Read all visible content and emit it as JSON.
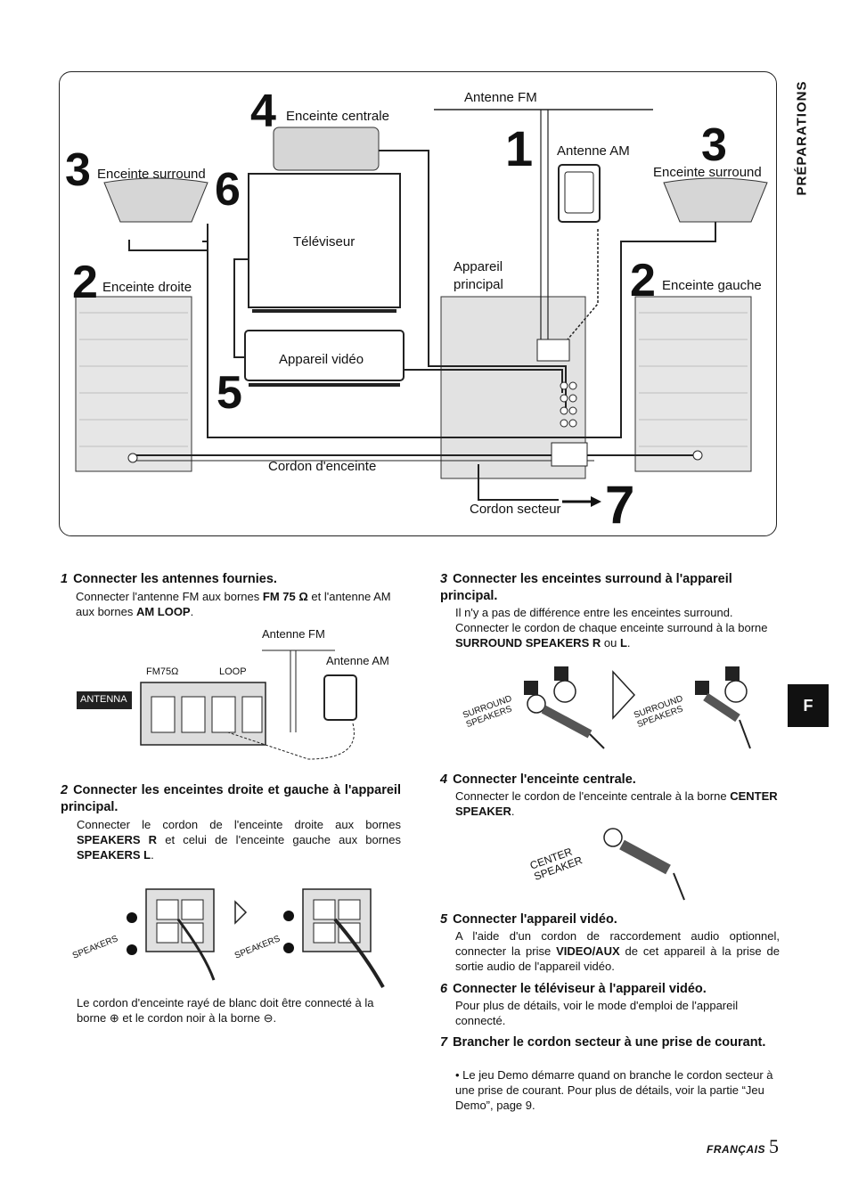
{
  "side_tab": "PRÉPARATIONS",
  "lang_tab": "F",
  "diagram": {
    "labels": {
      "antenne_fm": "Antenne FM",
      "antenne_am": "Antenne AM",
      "enceinte_centrale": "Enceinte centrale",
      "enceinte_surround_l": "Enceinte surround",
      "enceinte_surround_r": "Enceinte surround",
      "enceinte_droite": "Enceinte droite",
      "enceinte_gauche": "Enceinte gauche",
      "televiseur": "Téléviseur",
      "appareil_video": "Appareil vidéo",
      "appareil_principal_1": "Appareil",
      "appareil_principal_2": "principal",
      "cordon_enceinte": "Cordon d'enceinte",
      "cordon_secteur": "Cordon secteur"
    },
    "numbers": {
      "n1": "1",
      "n2a": "2",
      "n2b": "2",
      "n3a": "3",
      "n3b": "3",
      "n4": "4",
      "n5": "5",
      "n6": "6",
      "n7": "7"
    }
  },
  "sections": {
    "s1": {
      "num": "1",
      "title": "Connecter les antennes fournies.",
      "body_1": "Connecter l'antenne FM aux bornes ",
      "b1": "FM 75 Ω",
      "body_2": " et l'antenne AM aux bornes ",
      "b2": "AM LOOP",
      "body_3": ".",
      "fig_fm": "Antenne FM",
      "fig_am": "Antenne AM",
      "fig_antenna": "ANTENNA",
      "fig_fm75": "FM75Ω",
      "fig_loop": "LOOP"
    },
    "s2": {
      "num": "2",
      "title": "Connecter les enceintes droite et gauche à l'appareil principal.",
      "body_1": "Connecter le cordon de l'enceinte droite aux bornes ",
      "b1": "SPEAKERS R",
      "body_2": " et celui de l'enceinte gauche aux bornes ",
      "b2": "SPEAKERS L",
      "body_3": ".",
      "fig_label": "SPEAKERS",
      "note": "Le cordon d'enceinte rayé de blanc doit être connecté à la borne ⊕ et le cordon noir à la borne ⊖."
    },
    "s3": {
      "num": "3",
      "title": "Connecter les enceintes surround à l'appareil principal.",
      "body_1": "Il n'y a pas de différence entre les enceintes surround.",
      "body_2": "Connecter le cordon de chaque enceinte surround à la borne ",
      "b1": "SURROUND SPEAKERS R",
      "body_3": " ou ",
      "b2": "L",
      "body_4": ".",
      "fig_label_1": "SURROUND",
      "fig_label_2": "SPEAKERS"
    },
    "s4": {
      "num": "4",
      "title": "Connecter l'enceinte centrale.",
      "body_1": "Connecter le cordon de l'enceinte centrale à la borne ",
      "b1": "CENTER SPEAKER",
      "body_2": ".",
      "fig_label_1": "CENTER",
      "fig_label_2": "SPEAKER"
    },
    "s5": {
      "num": "5",
      "title": "Connecter l'appareil vidéo.",
      "body_1": "A l'aide d'un cordon de raccordement audio optionnel, connecter la prise ",
      "b1": "VIDEO/AUX",
      "body_2": " de cet appareil à la prise de sortie audio de l'appareil vidéo."
    },
    "s6": {
      "num": "6",
      "title": "Connecter le téléviseur à l'appareil vidéo.",
      "body_1": "Pour plus de détails, voir le mode d'emploi de l'appareil connecté."
    },
    "s7": {
      "num": "7",
      "title": "Brancher le cordon secteur à une prise de courant.",
      "body_1": "• Le jeu Demo démarre quand on branche le cordon secteur à une prise de courant. Pour plus de détails, voir la partie “Jeu Demo”, page 9."
    }
  },
  "footer": {
    "lang": "FRANÇAIS",
    "page": "5"
  }
}
